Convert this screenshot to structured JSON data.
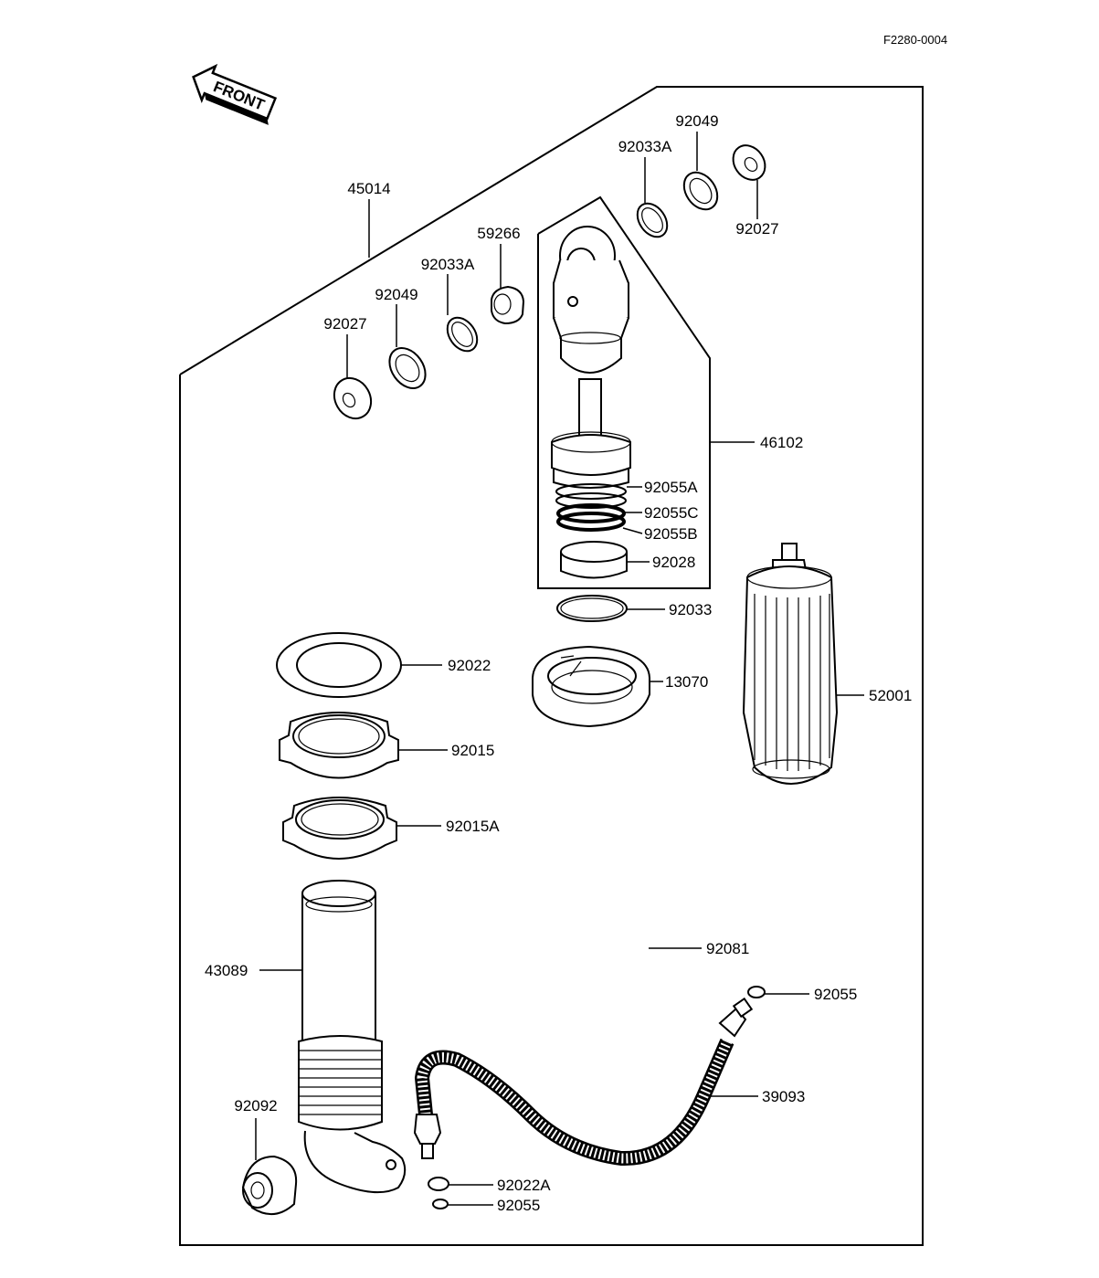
{
  "figure_code": "F2280-0004",
  "front_label": "FRONT",
  "parts": {
    "p45014": "45014",
    "p92033A_top": "92033A",
    "p92049_top": "92049",
    "p92027_top": "92027",
    "p59266": "59266",
    "p92033A_left": "92033A",
    "p92049_left": "92049",
    "p92027_left": "92027",
    "p46102": "46102",
    "p92055A": "92055A",
    "p92055C": "92055C",
    "p92055B": "92055B",
    "p92028": "92028",
    "p92033": "92033",
    "p92022": "92022",
    "p13070": "13070",
    "p52001": "52001",
    "p92015": "92015",
    "p92015A": "92015A",
    "p43089": "43089",
    "p92081": "92081",
    "p92055_right": "92055",
    "p39093": "39093",
    "p92092": "92092",
    "p92022A": "92022A",
    "p92055_bottom": "92055"
  }
}
